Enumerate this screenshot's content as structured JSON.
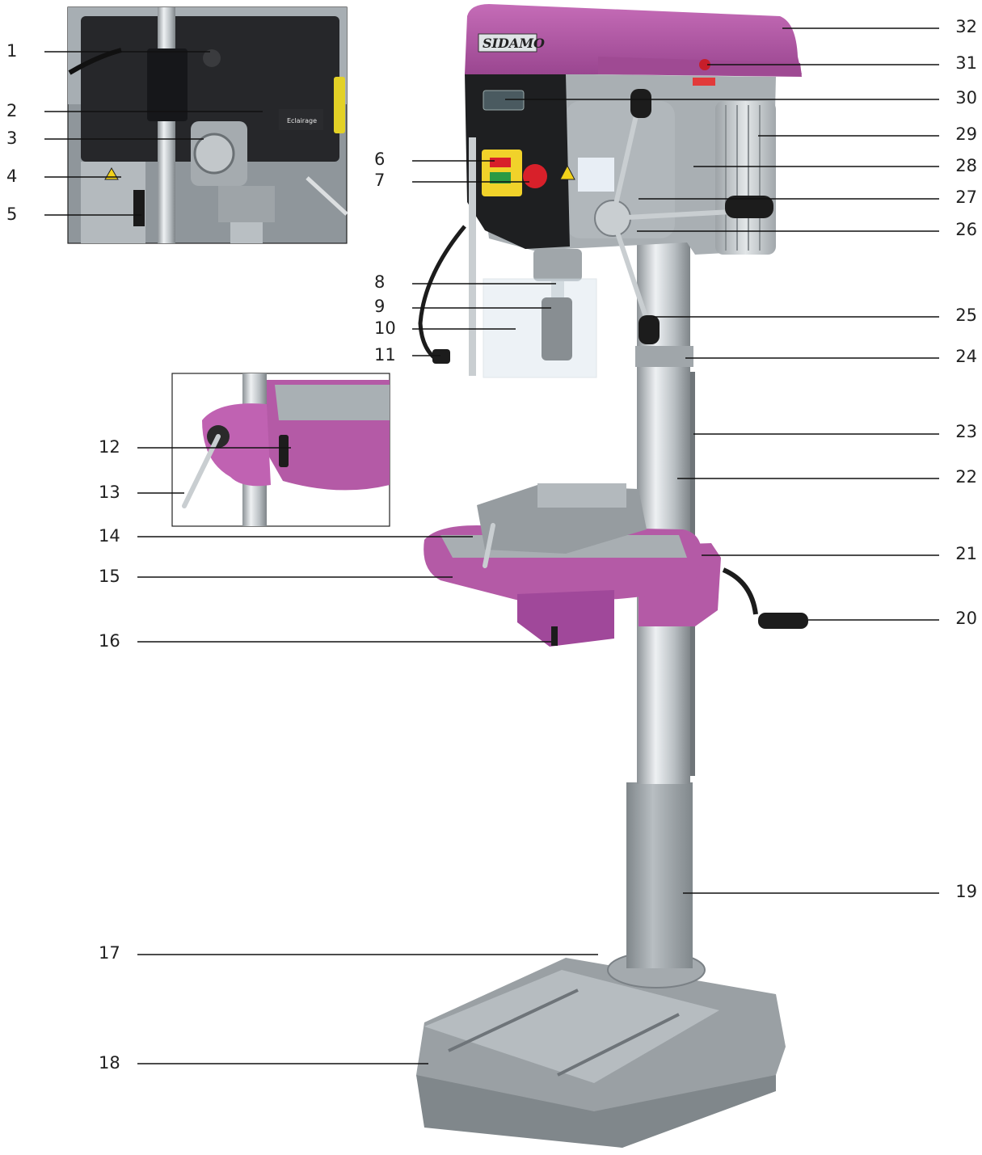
{
  "brand": {
    "name": "SIDAMO"
  },
  "inset_top": {
    "switch_label": "Eclairage"
  },
  "callouts": [
    {
      "number": "1"
    },
    {
      "number": "2"
    },
    {
      "number": "3"
    },
    {
      "number": "4"
    },
    {
      "number": "5"
    },
    {
      "number": "6"
    },
    {
      "number": "7"
    },
    {
      "number": "8"
    },
    {
      "number": "9"
    },
    {
      "number": "10"
    },
    {
      "number": "11"
    },
    {
      "number": "12"
    },
    {
      "number": "13"
    },
    {
      "number": "14"
    },
    {
      "number": "15"
    },
    {
      "number": "16"
    },
    {
      "number": "17"
    },
    {
      "number": "18"
    },
    {
      "number": "19"
    },
    {
      "number": "20"
    },
    {
      "number": "21"
    },
    {
      "number": "22"
    },
    {
      "number": "23"
    },
    {
      "number": "24"
    },
    {
      "number": "25"
    },
    {
      "number": "26"
    },
    {
      "number": "27"
    },
    {
      "number": "28"
    },
    {
      "number": "29"
    },
    {
      "number": "30"
    },
    {
      "number": "31"
    },
    {
      "number": "32"
    }
  ],
  "colors": {
    "accent_purple": "#b45aa6",
    "accent_purple_dark": "#8e3d82",
    "body_grey": "#a9afb3",
    "body_grey_dark": "#7d8489",
    "column_steel": "#c8cdd1",
    "base_grey": "#9aa0a4",
    "black_part": "#1e1f21",
    "stop_red": "#d8202a",
    "leader_line": "#111111"
  }
}
